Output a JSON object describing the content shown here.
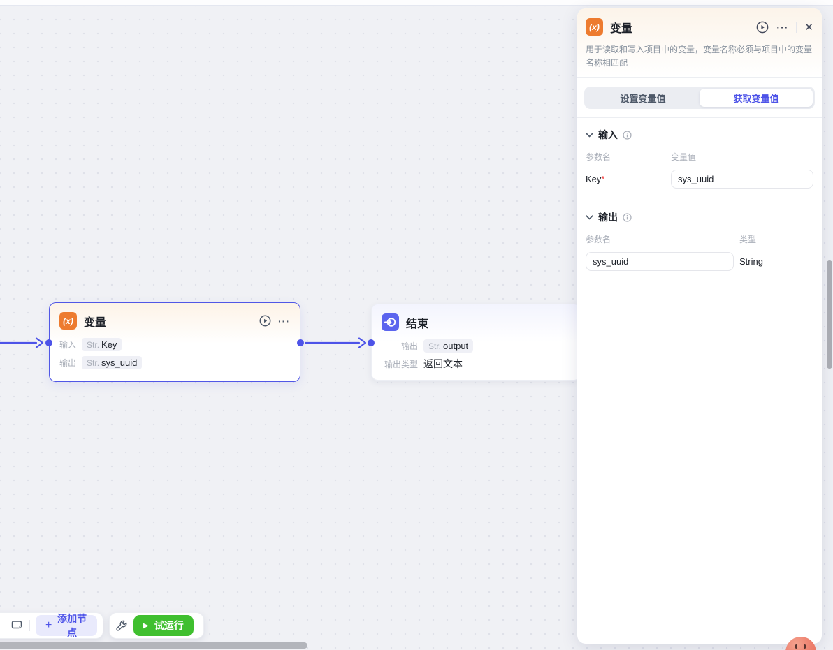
{
  "colors": {
    "accent": "#4d53e8",
    "node_orange": "#ed7b2f",
    "run_green": "#3fbf2f",
    "end_purple": "#5b64ee"
  },
  "icons": {
    "fx": "(x)",
    "more": "···",
    "close": "✕",
    "plus": "+",
    "play_triangle": "▶"
  },
  "nodes": {
    "variable": {
      "title": "变量",
      "rows": [
        {
          "label": "输入",
          "badge_prefix": "Str.",
          "badge_value": "Key"
        },
        {
          "label": "输出",
          "badge_prefix": "Str.",
          "badge_value": "sys_uuid"
        }
      ]
    },
    "end": {
      "title": "结束",
      "rows": [
        {
          "label": "输出",
          "badge_prefix": "Str.",
          "badge_value": "output"
        },
        {
          "label": "输出类型",
          "value": "返回文本"
        }
      ]
    }
  },
  "toolbar": {
    "add_node": "添加节点",
    "run": "试运行"
  },
  "panel": {
    "title": "变量",
    "description": "用于读取和写入项目中的变量，变量名称必须与项目中的变量名称相匹配",
    "tabs": [
      {
        "label": "设置变量值",
        "active": false
      },
      {
        "label": "获取变量值",
        "active": true
      }
    ],
    "input_section": {
      "title": "输入",
      "col_name": "参数名",
      "col_value": "变量值",
      "rows": [
        {
          "name": "Key",
          "required": "*",
          "value": "sys_uuid"
        }
      ]
    },
    "output_section": {
      "title": "输出",
      "col_name": "参数名",
      "col_type": "类型",
      "rows": [
        {
          "name": "sys_uuid",
          "type": "String"
        }
      ]
    }
  }
}
